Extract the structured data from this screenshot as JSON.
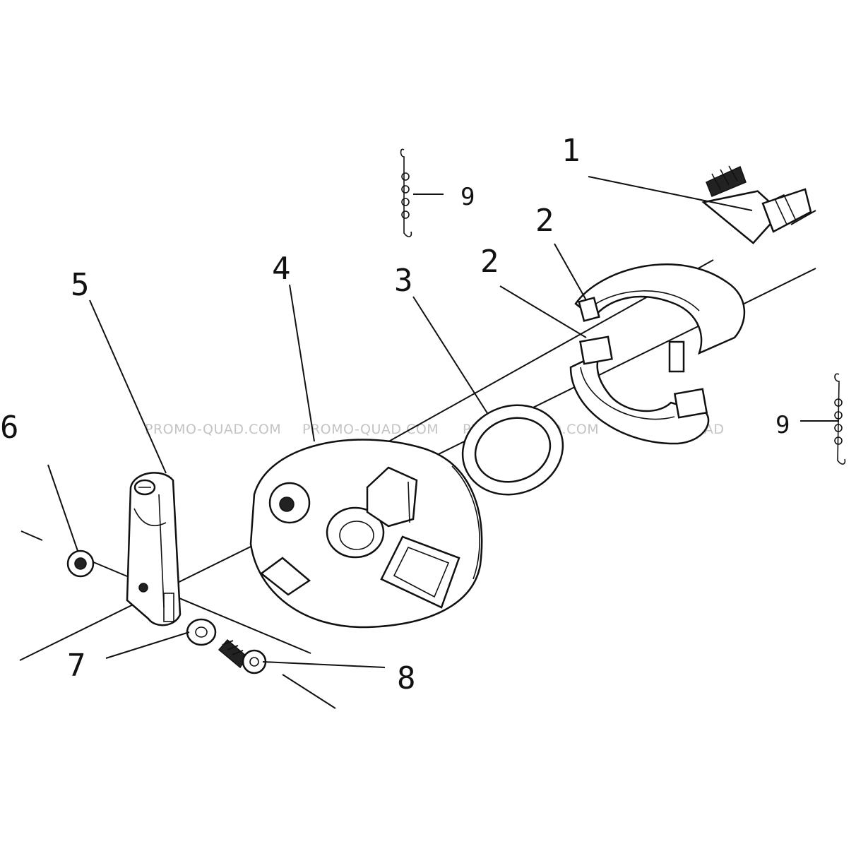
{
  "diagram": {
    "callouts": [
      {
        "id": "c1",
        "label": "1"
      },
      {
        "id": "c2a",
        "label": "2"
      },
      {
        "id": "c2b",
        "label": "2"
      },
      {
        "id": "c3",
        "label": "3"
      },
      {
        "id": "c4",
        "label": "4"
      },
      {
        "id": "c5",
        "label": "5"
      },
      {
        "id": "c6",
        "label": "6"
      },
      {
        "id": "c7",
        "label": "7"
      },
      {
        "id": "c8",
        "label": "8"
      },
      {
        "id": "c9a",
        "label": "9"
      },
      {
        "id": "c9b",
        "label": "9"
      }
    ],
    "watermarks": [
      "PROMO-QUAD.COM",
      "PROMO-QUAD.COM",
      "PROMO-QUAD.COM",
      "PROMO-QUAD"
    ],
    "parts": [
      {
        "number": "1",
        "icon": "brake-cam-shaft-icon"
      },
      {
        "number": "2",
        "icon": "brake-shoe-icon"
      },
      {
        "number": "3",
        "icon": "seal-ring-icon"
      },
      {
        "number": "4",
        "icon": "brake-panel-icon"
      },
      {
        "number": "5",
        "icon": "brake-arm-icon"
      },
      {
        "number": "6",
        "icon": "nut-icon"
      },
      {
        "number": "7",
        "icon": "washer-icon"
      },
      {
        "number": "8",
        "icon": "bolt-icon"
      },
      {
        "number": "9",
        "icon": "spring-icon"
      }
    ]
  }
}
